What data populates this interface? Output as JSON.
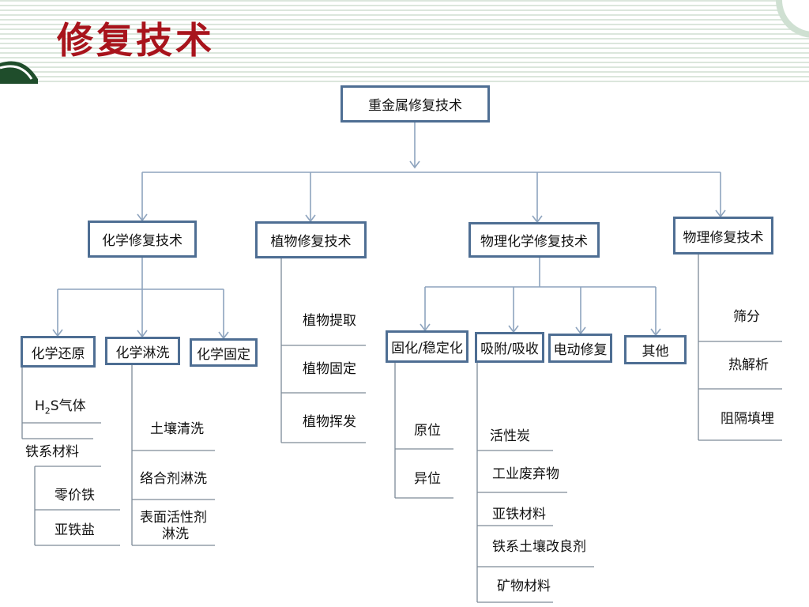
{
  "title": "修复技术",
  "root": "重金属修复技术",
  "categories": {
    "chemical": "化学修复技术",
    "plant": "植物修复技术",
    "physchem": "物理化学修复技术",
    "physical": "物理修复技术"
  },
  "chemical_sub": {
    "reduction": "化学还原",
    "washing": "化学淋洗",
    "fixation": "化学固定"
  },
  "physchem_sub": {
    "solidification": "固化/稳定化",
    "adsorption": "吸附/吸收",
    "electrokinetic": "电动修复",
    "other": "其他"
  },
  "reduction_items": {
    "h2s_prefix": "H",
    "h2s_sub": "2",
    "h2s_suffix": "S气体",
    "iron_materials": "铁系材料",
    "zero_valent_iron": "零价铁",
    "ferrous_salt": "亚铁盐"
  },
  "washing_items": [
    "土壤清洗",
    "络合剂淋洗",
    "表面活性剂",
    "淋洗"
  ],
  "plant_items": [
    "植物提取",
    "植物固定",
    "植物挥发"
  ],
  "solidification_items": [
    "原位",
    "异位"
  ],
  "adsorption_items": [
    "活性炭",
    "工业废弃物",
    "亚铁材料",
    "铁系土壤改良剂",
    "矿物材料"
  ],
  "physical_items": [
    "筛分",
    "热解析",
    "阻隔填埋"
  ],
  "colors": {
    "title": "#a8141c",
    "box_border": "#4e6e93",
    "arrow": "#8ea4be",
    "divider": "#7d8a98"
  }
}
